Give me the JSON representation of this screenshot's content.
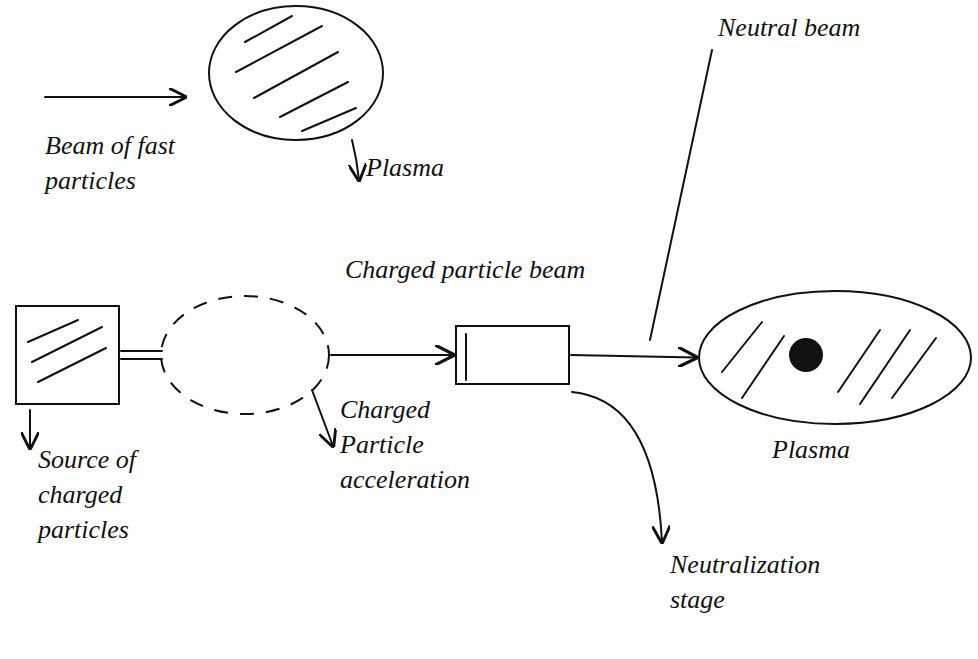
{
  "diagram": {
    "nodes": [
      {
        "text": [
          "Plasma"
        ]
      },
      {
        "text": [
          "Source of charged particles"
        ]
      },
      {
        "text": [
          "Charged Particle acceleration"
        ]
      },
      {
        "text": [
          "Neutralization stage"
        ]
      },
      {
        "text": [
          "Plasma"
        ]
      }
    ],
    "edges": [
      {
        "from": 1,
        "to": 2,
        "arrow": "none"
      },
      {
        "from": 2,
        "to": 3,
        "arrow": "to",
        "label": "Charged particle beam"
      },
      {
        "from": 3,
        "to": 4,
        "arrow": "to",
        "label": "Neutral beam"
      }
    ],
    "labels": [
      "Beam of fast particles"
    ]
  }
}
